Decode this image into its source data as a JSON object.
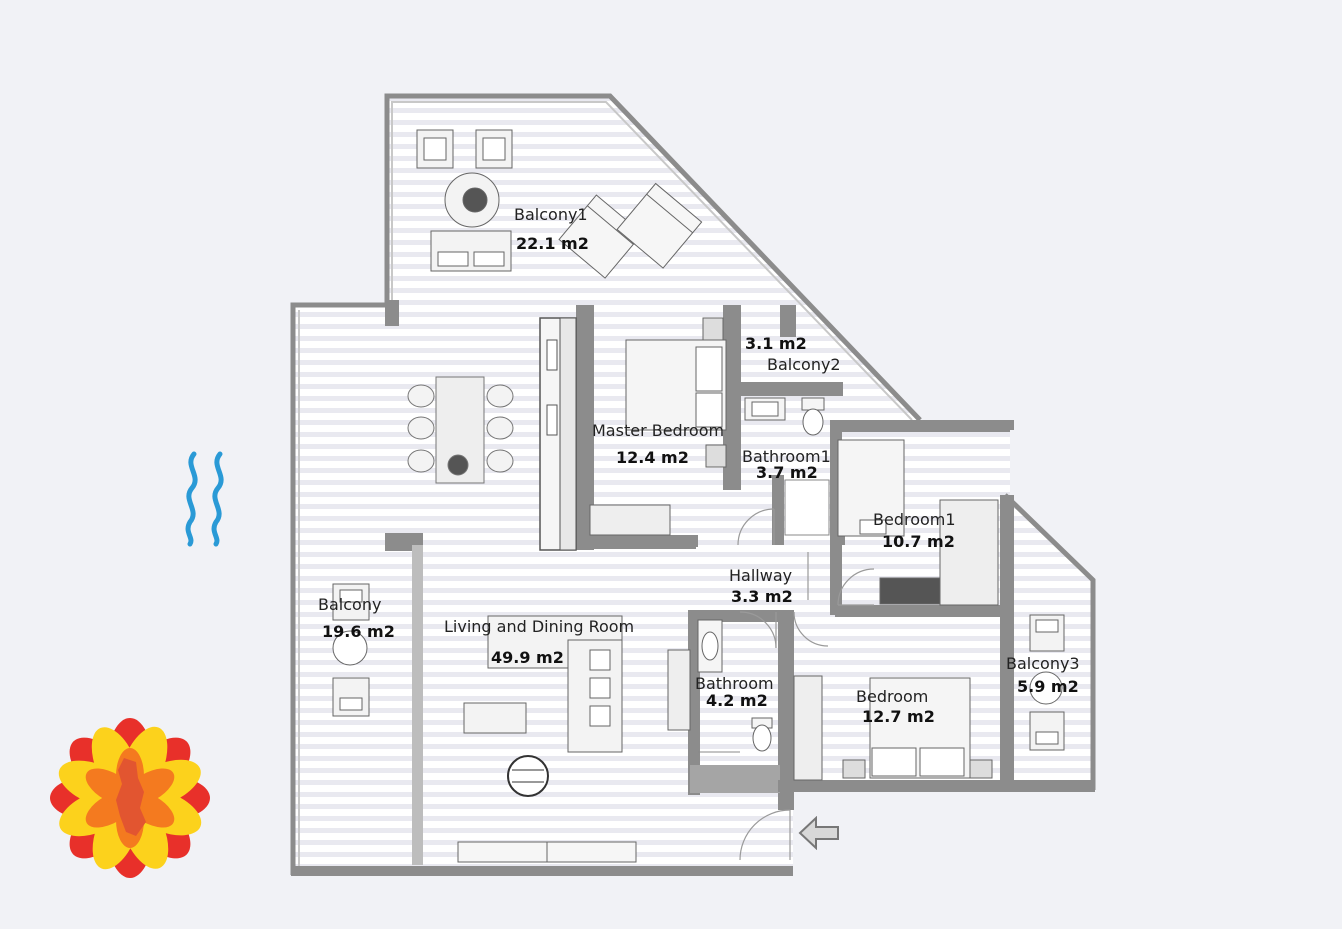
{
  "rooms": {
    "balcony1": {
      "name": "Balcony1",
      "area": "22.1 m2"
    },
    "balcony2": {
      "name": "Balcony2",
      "area": "3.1 m2"
    },
    "master": {
      "name": "Master Bedroom",
      "area": "12.4 m2"
    },
    "bath1": {
      "name": "Bathroom1",
      "area": "3.7 m2"
    },
    "bedroom1": {
      "name": "Bedroom1",
      "area": "10.7 m2"
    },
    "hallway": {
      "name": "Hallway",
      "area": "3.3 m2"
    },
    "balcony": {
      "name": "Balcony",
      "area": "19.6 m2"
    },
    "living": {
      "name": "Living and Dining Room",
      "area": "49.9 m2"
    },
    "bathroom": {
      "name": "Bathroom",
      "area": "4.2 m2"
    },
    "bedroom": {
      "name": "Bedroom",
      "area": "12.7 m2"
    },
    "balcony3": {
      "name": "Balcony3",
      "area": "5.9 m2"
    }
  },
  "colors": {
    "background": "#f1f2f6",
    "wall": "#8c8c8c",
    "floor": "#ffffff",
    "stripe": "#e7e7ee",
    "sea": "#2a9ad6",
    "logo": [
      "#e8302a",
      "#f47a1f",
      "#fcd21c"
    ]
  },
  "icons": [
    "sea-waves-icon",
    "entrance-arrow-icon",
    "logo-icon"
  ]
}
